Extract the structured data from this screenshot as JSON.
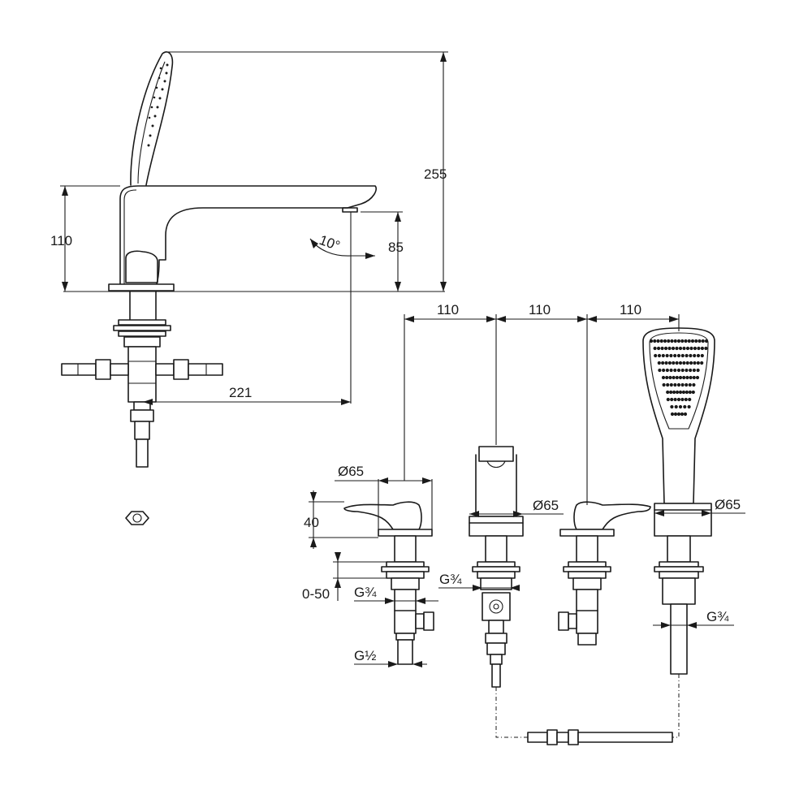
{
  "dimensions": {
    "total_height": "255",
    "spout_height": "110",
    "outlet_height": "85",
    "spout_angle": "10°",
    "spout_reach": "221",
    "spacing_1": "110",
    "spacing_2": "110",
    "spacing_3": "110",
    "diameter_lever_left": "Ø65",
    "diameter_spout": "Ø65",
    "diameter_shower": "Ø65",
    "lever_height": "40",
    "deck_thickness": "0-50",
    "thread_left_upper": "G¾",
    "thread_left_lower": "G½",
    "thread_spout": "G¾",
    "thread_shower": "G¾"
  }
}
